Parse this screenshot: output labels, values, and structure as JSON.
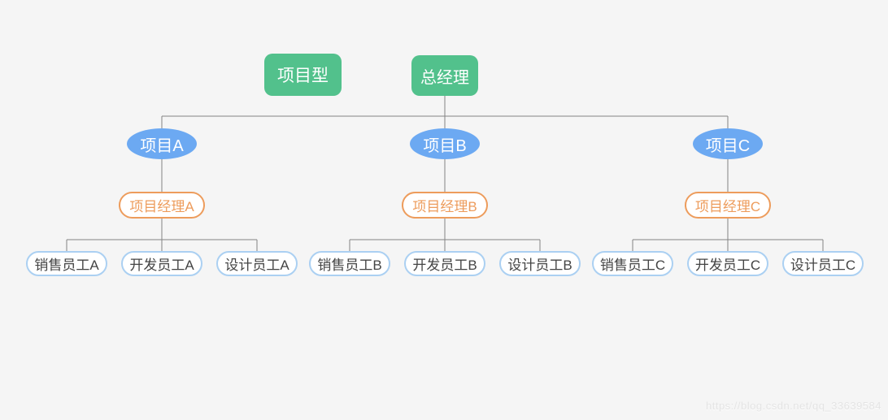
{
  "page": {
    "watermark": "https://blog.csdn.net/qq_33639584"
  },
  "palette": {
    "background": "#f5f5f5",
    "node_green": "#52c18c",
    "node_blue": "#6ca9f2",
    "manager_orange": "#ed9c5c",
    "employee_border_blue": "#abd0f2",
    "employee_text": "#444444",
    "connector_gray": "#848484"
  },
  "org_chart": {
    "type_label": "项目型",
    "root": {
      "label": "总经理"
    },
    "projects": [
      {
        "label": "项目A",
        "manager": {
          "label": "项目经理A"
        },
        "employees": [
          {
            "label": "销售员工A"
          },
          {
            "label": "开发员工A"
          },
          {
            "label": "设计员工A"
          }
        ]
      },
      {
        "label": "项目B",
        "manager": {
          "label": "项目经理B"
        },
        "employees": [
          {
            "label": "销售员工B"
          },
          {
            "label": "开发员工B"
          },
          {
            "label": "设计员工B"
          }
        ]
      },
      {
        "label": "项目C",
        "manager": {
          "label": "项目经理C"
        },
        "employees": [
          {
            "label": "销售员工C"
          },
          {
            "label": "开发员工C"
          },
          {
            "label": "设计员工C"
          }
        ]
      }
    ]
  }
}
